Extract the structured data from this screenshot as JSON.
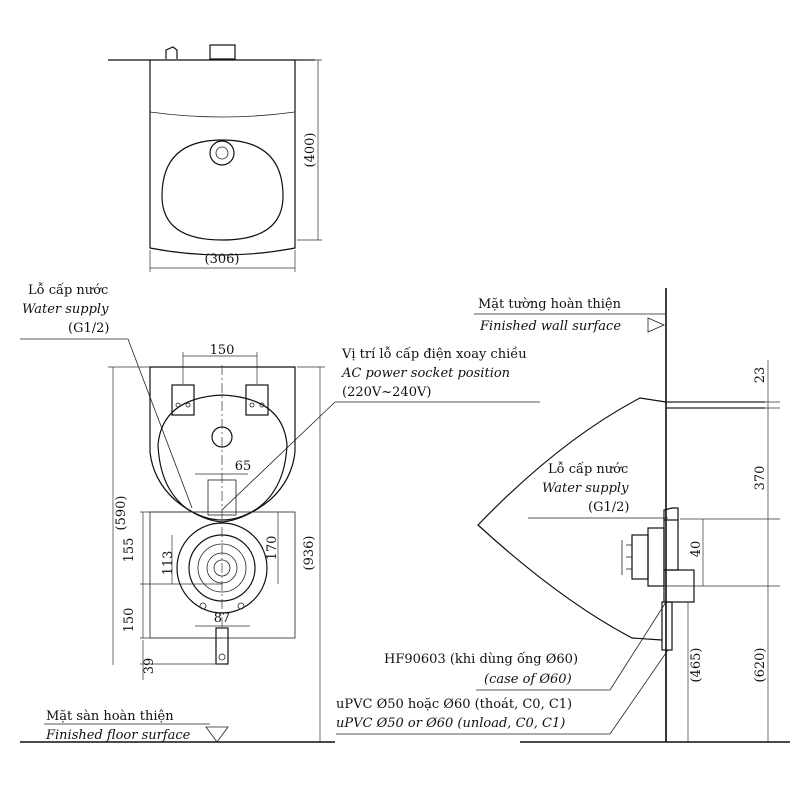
{
  "top_view": {
    "depth_dim": "(400)",
    "width_dim": "(306)"
  },
  "front_view": {
    "water_supply": {
      "vi": "Lỗ cấp nước",
      "en": "Water supply",
      "size": "(G1/2)"
    },
    "power_socket": {
      "vi": "Vị trí lỗ cấp điện xoay chiều",
      "en": "AC power socket position",
      "voltage": "(220V~240V)"
    },
    "dims": {
      "d150_top": "150",
      "d65": "65",
      "d590": "(590)",
      "d155": "155",
      "d113": "113",
      "d170": "170",
      "d936": "(936)",
      "d87": "87",
      "d150_bottom": "150",
      "d39": "39"
    },
    "floor": {
      "vi": "Mặt sàn hoàn thiện",
      "en": "Finished floor surface"
    }
  },
  "side_view": {
    "wall": {
      "vi": "Mặt tường hoàn thiện",
      "en": "Finished wall surface"
    },
    "water_supply": {
      "vi": "Lỗ cấp nước",
      "en": "Water supply",
      "size": "(G1/2)"
    },
    "dims": {
      "d23": "23",
      "d370": "370",
      "d40": "40",
      "d620": "(620)",
      "d465": "(465)"
    },
    "outlet_part": {
      "vi": "HF90603 (khi dùng ống Ø60)",
      "en": "(case of Ø60)"
    },
    "pipe": {
      "vi": "uPVC Ø50 hoặc Ø60 (thoát, C0, C1)",
      "en": "uPVC Ø50 or Ø60 (unload, C0, C1)"
    }
  },
  "icons": {
    "wall_marker": "triangle-marker-icon",
    "floor_marker": "triangle-marker-icon"
  }
}
